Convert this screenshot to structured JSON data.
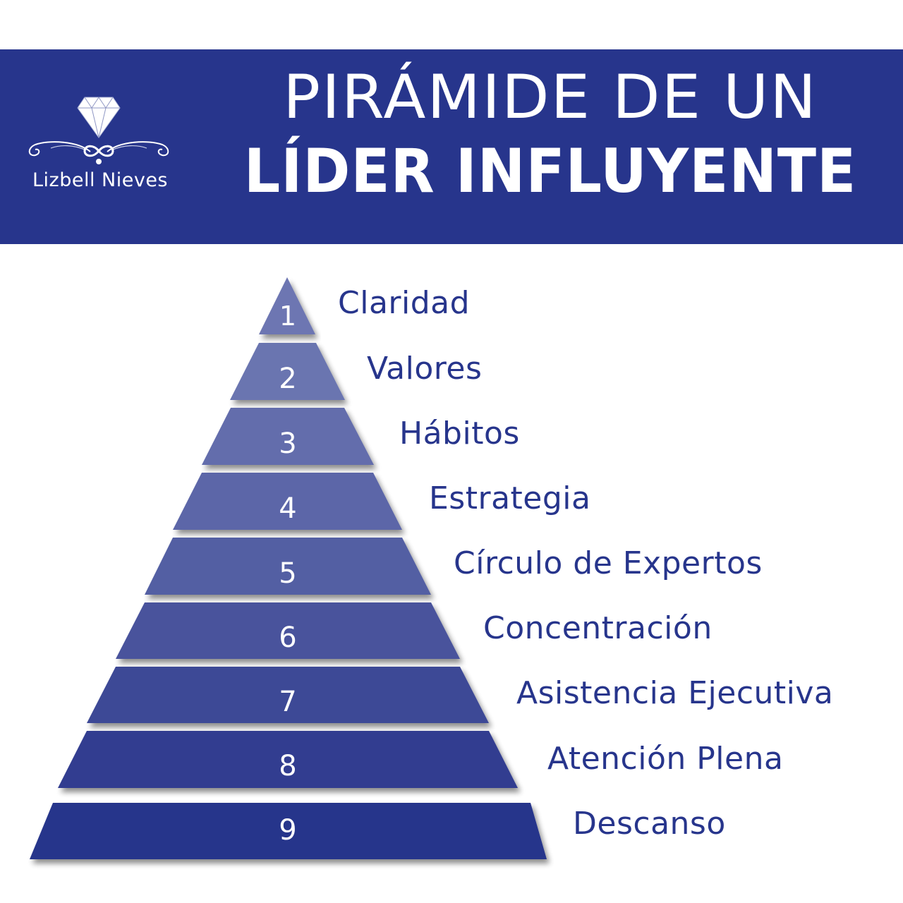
{
  "header": {
    "background_color": "#27358c",
    "logo": {
      "icon": "diamond-icon",
      "ornament": "infinity-flourish-icon",
      "name": "Lizbell Nieves"
    },
    "title_line1": "PIRÁMIDE DE UN",
    "title_line2": "LÍDER INFLUYENTE"
  },
  "pyramid": {
    "label_color": "#27358c",
    "tiers": [
      {
        "number": "1",
        "label": "Claridad",
        "color": "#6d76b2"
      },
      {
        "number": "2",
        "label": "Valores",
        "color": "#6a74b0"
      },
      {
        "number": "3",
        "label": "Hábitos",
        "color": "#636dac"
      },
      {
        "number": "4",
        "label": "Estrategia",
        "color": "#5c66a8"
      },
      {
        "number": "5",
        "label": "Círculo de Expertos",
        "color": "#535fa3"
      },
      {
        "number": "6",
        "label": "Concentración",
        "color": "#48539c"
      },
      {
        "number": "7",
        "label": "Asistencia Ejecutiva",
        "color": "#3e4996"
      },
      {
        "number": "8",
        "label": "Atención Plena",
        "color": "#323e90"
      },
      {
        "number": "9",
        "label": "Descanso",
        "color": "#28358b"
      }
    ]
  }
}
